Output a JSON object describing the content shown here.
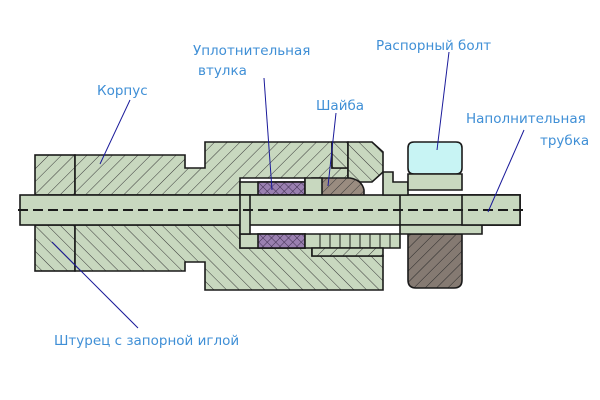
{
  "labels": {
    "seal_sleeve": [
      "Уплотнительная",
      "втулка"
    ],
    "spacer_bolt": "Распорный болт",
    "body": "Корпус",
    "washer": "Шайба",
    "filling_tube": [
      "Наполнительная",
      "трубка"
    ],
    "fitting_needle": "Штурец с запорной иглой"
  },
  "colors": {
    "background": "#ffffff",
    "part_fill": "#c8d8bf",
    "outline": "#1a1a1a",
    "hatch": "#3a3a3a",
    "seal_fill": "#9a80b0",
    "washer_fill": "#9a8c80",
    "bolt_dark": "#857a72",
    "bolt_head": "#c8f4f4",
    "label_text": "#3f8fd6",
    "leader_line": "#1a1a9a"
  }
}
